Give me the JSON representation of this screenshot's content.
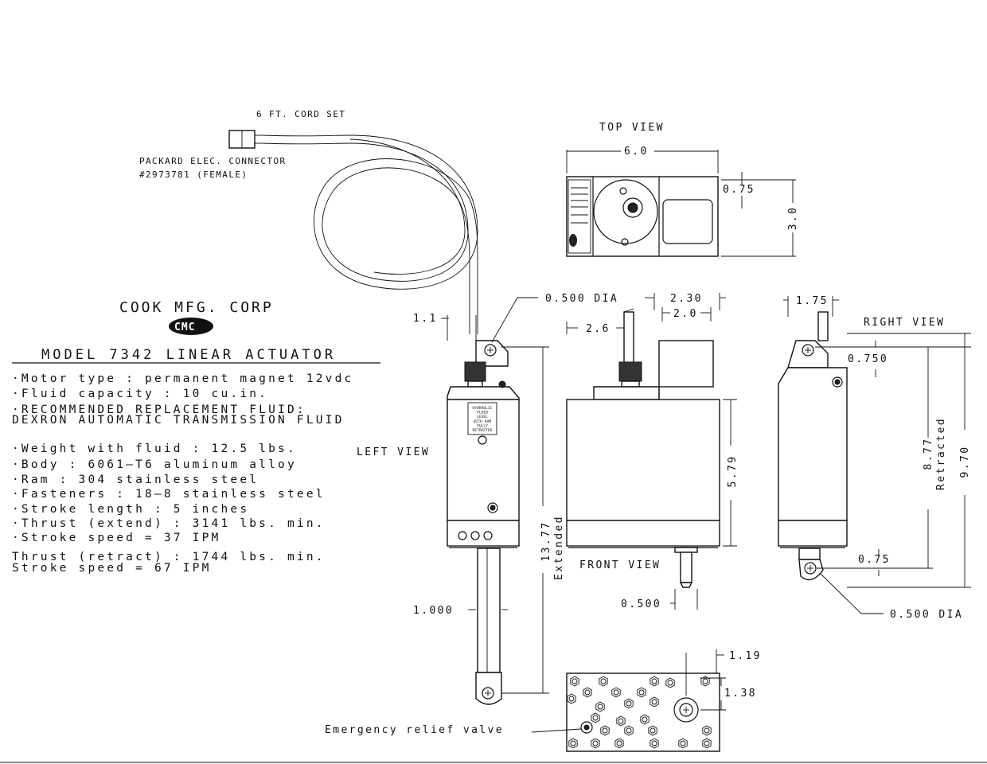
{
  "company": {
    "name": "COOK MFG. CORP",
    "logo_text": "CMC"
  },
  "title": "MODEL 7342 LINEAR ACTUATOR",
  "specs": [
    "·Motor type : permanent magnet 12vdc",
    "·Fluid capacity : 10 cu.in.",
    "·RECOMMENDED REPLACEMENT FLUID:",
    " DEXRON AUTOMATIC TRANSMISSION FLUID",
    "·Weight with fluid : 12.5 lbs.",
    "·Body : 6061–T6 aluminum alloy",
    "·Ram : 304 stainless steel",
    "·Fasteners : 18–8 stainless steel",
    "·Stroke length : 5 inches",
    "·Thrust (extend) : 3141 lbs. min.",
    "·Stroke speed = 37 IPM",
    " Thrust (retract) : 1744 lbs. min.",
    " Stroke speed = 67 IPM"
  ],
  "callouts": {
    "cord": "6 FT. CORD SET",
    "connector_1": "PACKARD ELEC. CONNECTOR",
    "connector_2": "#2973781 (FEMALE)",
    "relief_valve": "Emergency relief valve",
    "reservoir_label": [
      "HYDRAULIC",
      "FLUID",
      "LEVEL",
      "WITH RAM",
      "FULLY",
      "RETRACTED"
    ]
  },
  "views": {
    "top": "TOP VIEW",
    "left": "LEFT VIEW",
    "front": "FRONT VIEW",
    "right": "RIGHT VIEW"
  },
  "dimensions": {
    "top_width": "6.0",
    "top_offset": "0.75",
    "top_depth": "3.0",
    "left_top": "1.1",
    "pin_dia_top": "0.500 DIA",
    "extended": "13.77",
    "extended_label": "Extended",
    "rod_dia": "1.000",
    "front_a": "2.30",
    "front_b": "2.0",
    "front_c": "2.6",
    "front_height": "5.79",
    "front_rod": "0.500",
    "right_top": "1.75",
    "right_offset": "0.750",
    "retracted": "8.77",
    "retracted_label": "Retracted",
    "overall": "9.70",
    "right_bottom": "0.75",
    "pin_dia_bottom": "0.500 DIA",
    "bottom_a": "1.19",
    "bottom_b": "1.38"
  },
  "colors": {
    "line": "#111111",
    "background": "#ffffff"
  }
}
